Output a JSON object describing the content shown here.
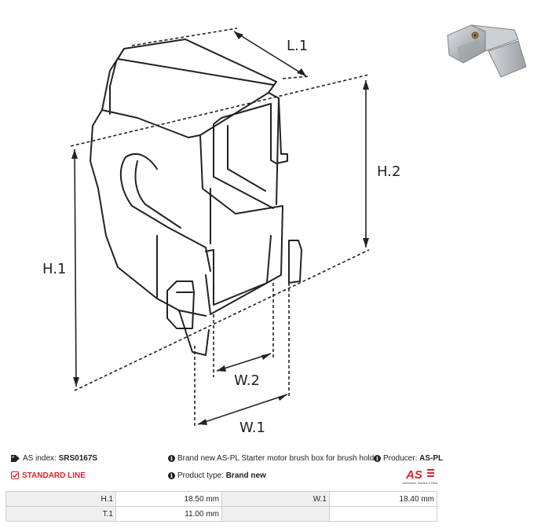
{
  "drawing": {
    "labels": {
      "l1": "L.1",
      "h1": "H.1",
      "h2": "H.2",
      "w1": "W.1",
      "w2": "W.2"
    }
  },
  "product": {
    "as_index_label": "AS index:",
    "as_index_value": "SRS0167S",
    "line_badge": "STANDARD LINE",
    "description": "Brand new AS-PL Starter motor brush box for brush holder",
    "producer_label": "Producer:",
    "producer_value": "AS-PL",
    "product_type_label": "Product type:",
    "product_type_value": "Brand new",
    "logo_text": "AS",
    "logo_subtext": "Alternators, Starters & Parts"
  },
  "specs": {
    "rows": [
      {
        "k1": "H.1",
        "v1": "18.50 mm",
        "k2": "W.1",
        "v2": "18.40 mm"
      },
      {
        "k1": "T.1",
        "v1": "11.00 mm",
        "k2": "",
        "v2": ""
      }
    ]
  },
  "colors": {
    "accent": "#d8262d",
    "line": "#222222",
    "table_border": "#cfcfcf",
    "key_bg": "#efefef"
  },
  "icons": {
    "tag": "tag-icon",
    "check": "check-square-icon",
    "info": "info-circle-icon"
  }
}
